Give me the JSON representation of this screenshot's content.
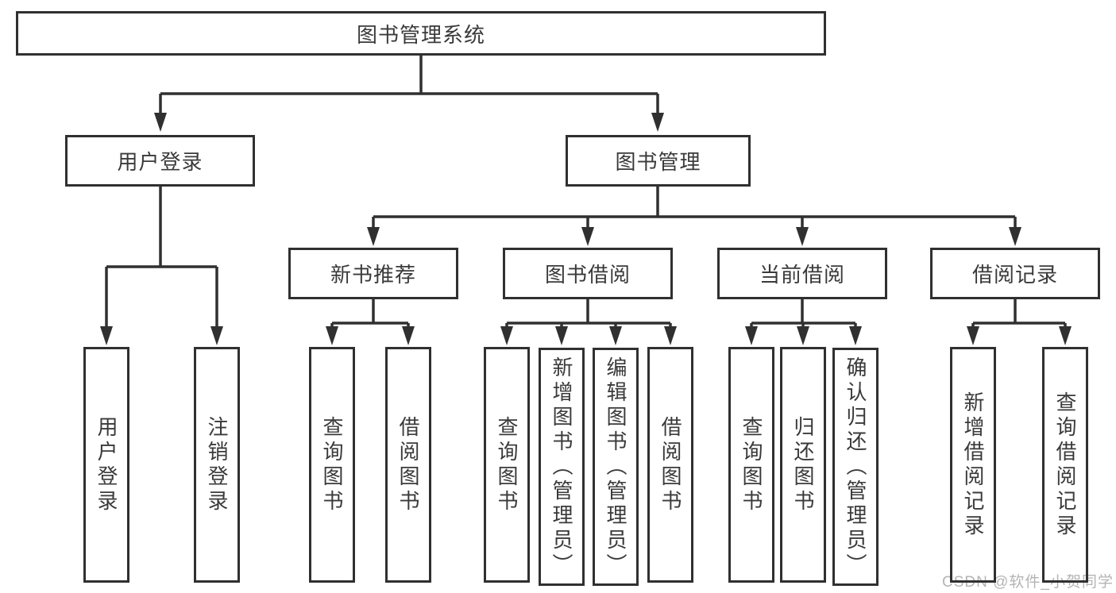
{
  "colors": {
    "bg": "#ffffff",
    "line": "#303030",
    "ink": "#3a3a3a",
    "watermark": "#b4b4b4"
  },
  "watermark": {
    "text": "CSDN @软件_小贺同学"
  },
  "tree": {
    "root": "图书管理系统",
    "user_login": {
      "label": "用户登录",
      "children": [
        "用户登录",
        "注销登录"
      ]
    },
    "book_mgmt": {
      "label": "图书管理",
      "sections": {
        "new_book": {
          "label": "新书推荐",
          "children": [
            "查询图书",
            "借阅图书"
          ]
        },
        "book_borrow": {
          "label": "图书借阅",
          "children": [
            "查询图书",
            "新增图书（管理员）",
            "编辑图书（管理员）",
            "借阅图书"
          ]
        },
        "current_borrow": {
          "label": "当前借阅",
          "children": [
            "查询图书",
            "归还图书",
            "确认归还（管理员）"
          ]
        },
        "borrow_record": {
          "label": "借阅记录",
          "children": [
            "新增借阅记录",
            "查询借阅记录"
          ]
        }
      }
    }
  }
}
